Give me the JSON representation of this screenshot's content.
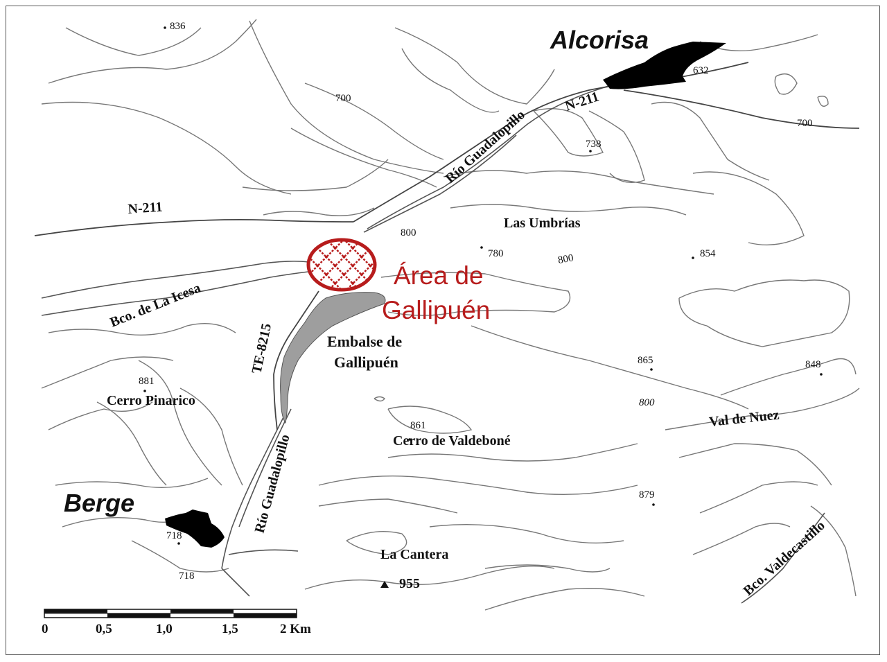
{
  "towns": {
    "alcorisa": "Alcorisa",
    "berge": "Berge"
  },
  "study_area": {
    "line1": "Área de",
    "line2": "Gallipuén",
    "color": "#b71c1c"
  },
  "roads": {
    "n211_west": "N-211",
    "n211_east": "N-211",
    "te8215": "TE-8215"
  },
  "rivers": {
    "guadalopillo_north": "Río   Guadalopillo",
    "guadalopillo_south": "Río   Guadalopillo",
    "bco_icesa": "Bco.  de La Icesa",
    "bco_valdecastillo": "Bco.  Valdecastillo"
  },
  "places": {
    "las_umbrias": "Las Umbrías",
    "embalse_line1": "Embalse de",
    "embalse_line2": "Gallipuén",
    "cerro_pinarico": "Cerro Pinarico",
    "cerro_valdebone": "Cerro de Valdeboné",
    "val_de_nuez": "Val de Nuez",
    "la_cantera": "La Cantera"
  },
  "elevations": {
    "e836": "836",
    "e632": "632",
    "e700_n": "700",
    "e700_e": "700",
    "e738": "738",
    "e800_n": "800",
    "e780": "780",
    "e800_mid": "800",
    "e854": "854",
    "e865": "865",
    "e848": "848",
    "e881": "881",
    "e800_s": "800",
    "e861": "861",
    "e879": "879",
    "e718_town": "718",
    "e718": "718",
    "e955": "955"
  },
  "scale_bar": {
    "labels": [
      "0",
      "0,5",
      "1,0",
      "1,5",
      "2 Km"
    ]
  },
  "colors": {
    "reservoir": "#9e9e9e",
    "town_fill": "#000000",
    "contour": "#777777"
  }
}
